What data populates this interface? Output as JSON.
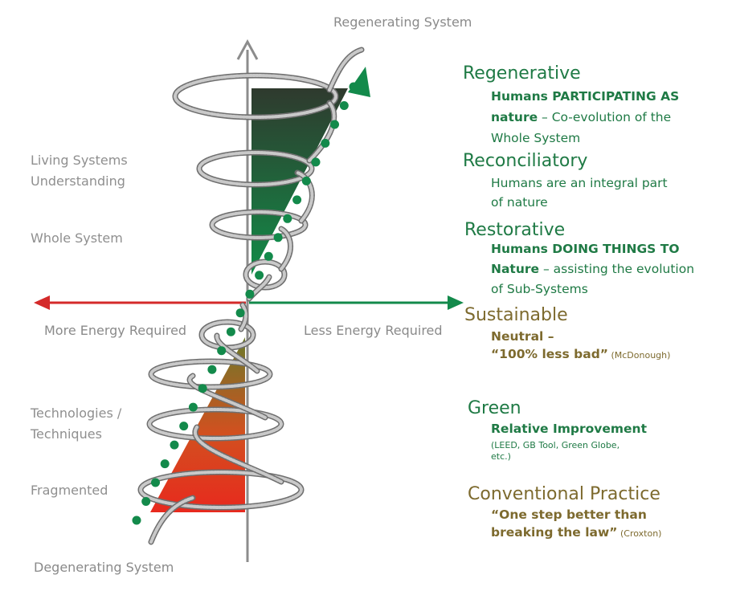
{
  "top_label": "Regenerating System",
  "bottom_label": "Degenerating System",
  "axis": {
    "left_label": "More Energy Required",
    "right_label": "Less Energy Required"
  },
  "left_labels": {
    "living_1": "Living Systems",
    "living_2": "Understanding",
    "whole": "Whole System",
    "tech_1": "Technologies /",
    "tech_2": "Techniques",
    "fragmented": "Fragmented"
  },
  "levels": {
    "regenerative": {
      "title": "Regenerative",
      "line1_bold": "Humans PARTICIPATING AS",
      "line2_bold": "nature",
      "line2_rest": " – Co-evolution of the",
      "line3": "Whole System"
    },
    "reconciliatory": {
      "title": "Reconciliatory",
      "line1": "Humans are an integral part",
      "line2": "of nature"
    },
    "restorative": {
      "title": "Restorative",
      "line1_bold": "Humans DOING THINGS TO",
      "line2_bold": "Nature",
      "line2_rest": " – assisting the evolution",
      "line3": "of Sub-Systems"
    },
    "sustainable": {
      "title": "Sustainable",
      "line1": "Neutral –",
      "line2": "“100% less bad”",
      "line2_small": " (McDonough)"
    },
    "green": {
      "title": "Green",
      "line1": "Relative Improvement",
      "small1": "(LEED, GB Tool, Green Globe,",
      "small2": "etc.)"
    },
    "conventional": {
      "title": "Conventional Practice",
      "line1": "“One step better than",
      "line2": "breaking the law”",
      "line2_small": " (Croxton)"
    }
  },
  "colors": {
    "axis_grey": "#8c8c8c",
    "arrow_red": "#d42a2a",
    "arrow_green": "#138a4b",
    "upper_triangle_top": "#2f3a2e",
    "upper_triangle_bottom": "#128c48",
    "lower_triangle_top": "#6a7a2a",
    "lower_triangle_bottom": "#e8291e",
    "dots": "#138a4b"
  }
}
